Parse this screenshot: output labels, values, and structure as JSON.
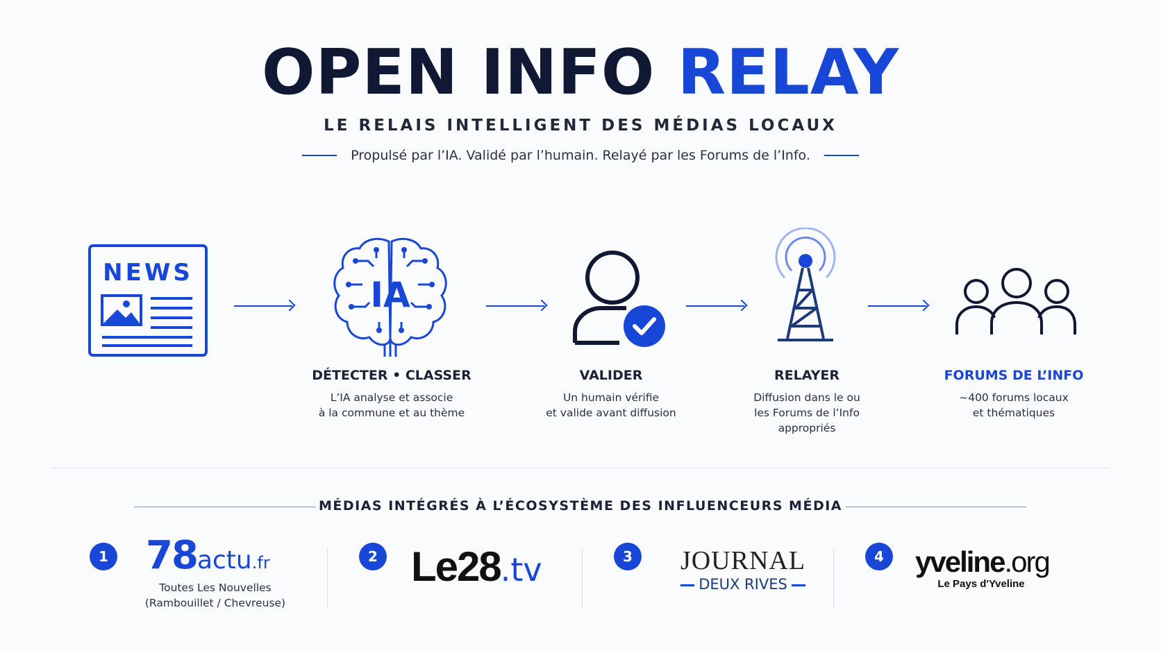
{
  "header": {
    "title_main": "OPEN INFO",
    "title_accent": "RELAY",
    "subtitle": "LE RELAIS INTELLIGENT DES MÉDIAS LOCAUX",
    "tagline": "Propulsé par l’IA. Validé par l’humain. Relayé par les Forums de l’Info."
  },
  "icons": {
    "news_text": "NEWS",
    "brain_text": "IA"
  },
  "steps": [
    {
      "icon": "news-icon",
      "label": "",
      "desc1": "",
      "desc2": ""
    },
    {
      "icon": "brain-ai-icon",
      "label": "DÉTECTER • CLASSER",
      "desc1": "L’IA analyse et associe",
      "desc2": "à la commune et au thème"
    },
    {
      "icon": "user-check-icon",
      "label": "VALIDER",
      "desc1": "Un humain vérifie",
      "desc2": "et valide avant diffusion"
    },
    {
      "icon": "antenna-tower-icon",
      "label": "RELAYER",
      "desc1": "Diffusion dans le ou",
      "desc2": "les Forums de l’Info",
      "desc3": "appropriés"
    },
    {
      "icon": "group-icon",
      "label": "FORUMS DE L’INFO",
      "desc1": "~400 forums locaux",
      "desc2": "et thématiques"
    }
  ],
  "media_section": {
    "title": "MÉDIAS INTÉGRÉS À L’ÉCOSYSTÈME DES INFLUENCEURS MÉDIA",
    "items": [
      {
        "number": "1",
        "logo_part1": "78",
        "logo_part2": "actu",
        "logo_part3": ".fr",
        "desc1": "Toutes Les Nouvelles",
        "desc2": "(Rambouillet / Chevreuse)"
      },
      {
        "number": "2",
        "logo_part1": "Le28",
        "logo_part2": ".tv"
      },
      {
        "number": "3",
        "logo_part1": "JOURNAL",
        "logo_part2": "DEUX RIVES"
      },
      {
        "number": "4",
        "logo_part1": "yveline",
        "logo_part2": ".org",
        "desc1": "Le Pays d'Yveline"
      }
    ]
  },
  "colors": {
    "accent": "#1846d6",
    "dark": "#111833",
    "light_accent": "#9fb4f0"
  }
}
